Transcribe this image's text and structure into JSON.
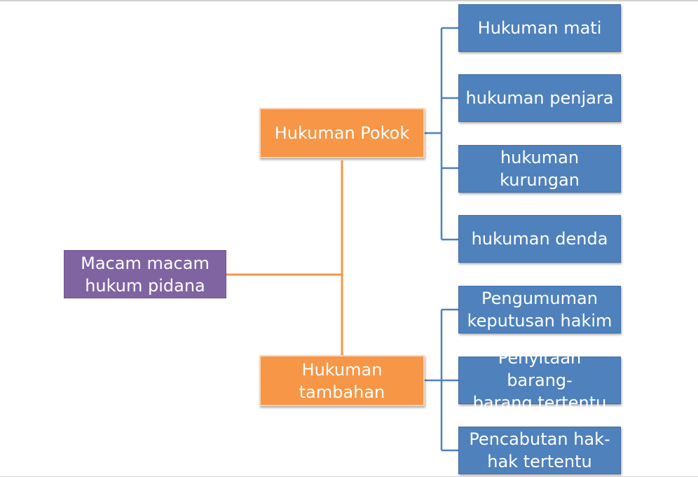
{
  "diagram": {
    "root": {
      "line1": "Macam macam",
      "line2": "hukum pidana"
    },
    "branches": [
      {
        "line1": "Hukuman Pokok",
        "line2": "",
        "children": [
          {
            "line1": "Hukuman mati",
            "line2": ""
          },
          {
            "line1": "hukuman penjara",
            "line2": ""
          },
          {
            "line1": "hukuman",
            "line2": "kurungan"
          },
          {
            "line1": "hukuman denda",
            "line2": ""
          }
        ]
      },
      {
        "line1": "Hukuman",
        "line2": "tambahan",
        "children": [
          {
            "line1": "Pengumuman",
            "line2": "keputusan hakim"
          },
          {
            "line1": "Penyitaan barang-",
            "line2": "barang tertentu"
          },
          {
            "line1": "Pencabutan hak-",
            "line2": "hak tertentu"
          }
        ]
      }
    ]
  },
  "colors": {
    "root_fill": "#8064a2",
    "branch_fill": "#f79646",
    "leaf_fill": "#4f81bd",
    "root_connector": "#f79646",
    "leaf_connector": "#4f81bd"
  }
}
